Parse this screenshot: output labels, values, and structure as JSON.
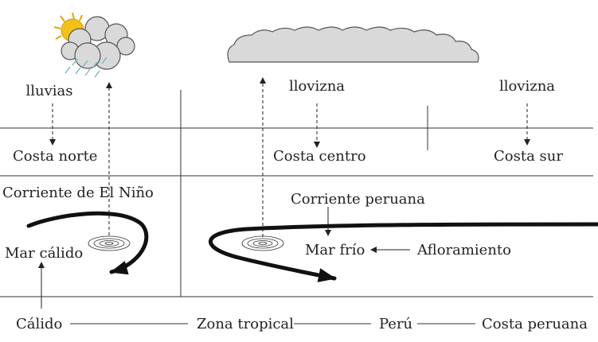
{
  "labels": {
    "lluvias": "lluvias",
    "llovizna_centro": "llovizna",
    "llovizna_sur": "llovizna",
    "costa_norte": "Costa norte",
    "costa_centro": "Costa centro",
    "costa_sur": "Costa sur",
    "corriente_nino": "Corriente de El Niño",
    "corriente_peruana": "Corriente peruana",
    "mar_calido": "Mar cálido",
    "mar_frio": "Mar frío",
    "afloramiento": "Afloramiento"
  },
  "bottom_row": {
    "calido": "Cálido",
    "zona_tropical": "Zona tropical",
    "peru": "Perú",
    "costa_peruana": "Costa peruana"
  },
  "colors": {
    "line": "#333333",
    "current": "#111111",
    "cloud_fill": "#d9d9d9",
    "cloud_stroke": "#555555",
    "sun": "#f2c21b",
    "rain": "#6fb5c9"
  }
}
